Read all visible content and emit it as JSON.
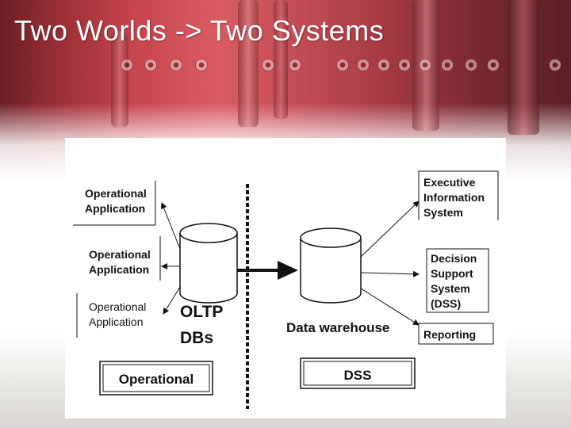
{
  "slide": {
    "title": "Two Worlds -> Two Systems"
  },
  "diagram": {
    "operational_apps": [
      {
        "line1": "Operational",
        "line2": "Application"
      },
      {
        "line1": "Operational",
        "line2": "Application"
      },
      {
        "line1": "Operational",
        "line2": "Application"
      }
    ],
    "oltp_label": {
      "line1": "OLTP",
      "line2": "DBs"
    },
    "warehouse_label": "Data warehouse",
    "operational_box": "Operational",
    "dss_box": "DSS",
    "eis": {
      "line1": "Executive",
      "line2": "Information",
      "line3": "System"
    },
    "decision_support": {
      "line1": "Decision",
      "line2": "Support",
      "line3": "System",
      "line4": "(DSS)"
    },
    "reporting": "Reporting"
  },
  "colors": {
    "title_text": "#ffffff",
    "diagram_ink": "#111111",
    "header_red": "#c8464e"
  }
}
